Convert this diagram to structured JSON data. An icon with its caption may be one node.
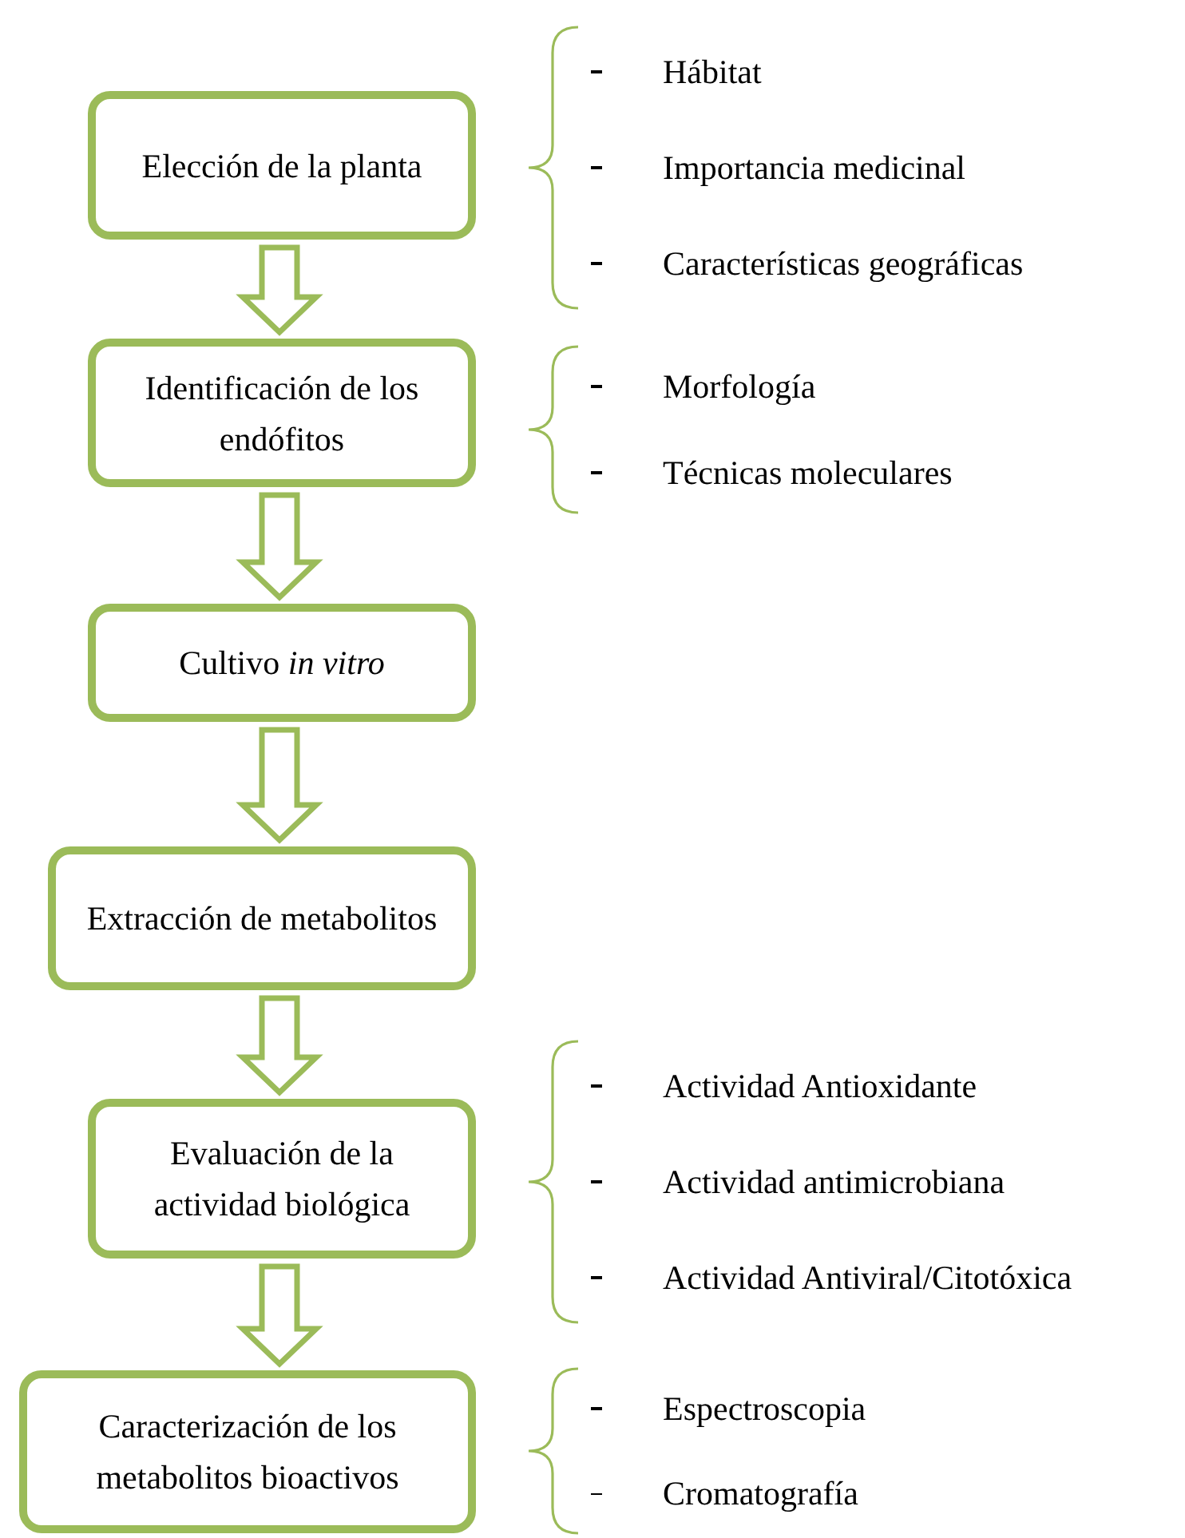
{
  "diagram": {
    "nodes": [
      {
        "text": [
          "Elección de la planta"
        ],
        "beside": [
          "Hábitat",
          "Importancia medicinal",
          "Características geográficas"
        ]
      },
      {
        "text": [
          "Identificación de los endófitos"
        ],
        "beside": [
          "Morfología",
          "Técnicas moleculares"
        ]
      },
      {
        "text": [
          "Cultivo *in vitro*"
        ]
      },
      {
        "text": [
          "Extracción de metabolitos"
        ]
      },
      {
        "text": [
          "Evaluación de la actividad biológica"
        ],
        "beside": [
          "Actividad Antioxidante",
          "Actividad antimicrobiana",
          "Actividad Antiviral/Citotóxica"
        ]
      },
      {
        "text": [
          "Caracterización de los metabolitos bioactivos"
        ],
        "beside": [
          "Espectroscopia",
          "Cromatografía"
        ]
      }
    ],
    "edges": [
      {
        "from": 0,
        "to": 1,
        "arrow": "to"
      },
      {
        "from": 1,
        "to": 2,
        "arrow": "to"
      },
      {
        "from": 2,
        "to": 3,
        "arrow": "to"
      },
      {
        "from": 3,
        "to": 4,
        "arrow": "to"
      },
      {
        "from": 4,
        "to": 5,
        "arrow": "to"
      }
    ]
  }
}
